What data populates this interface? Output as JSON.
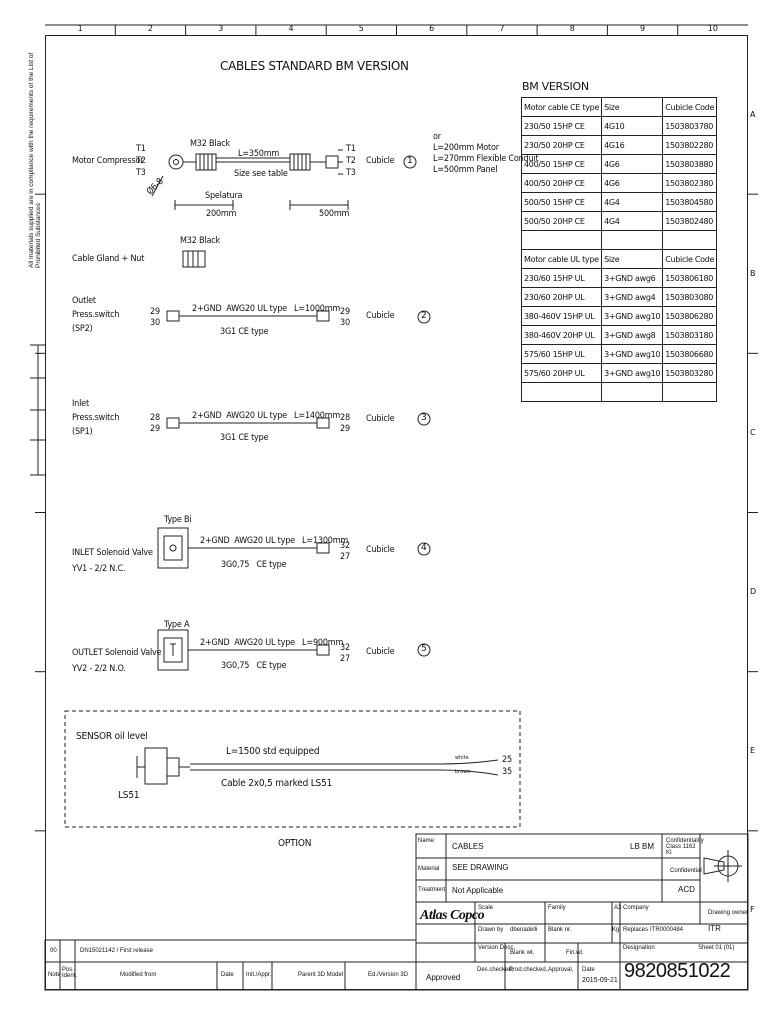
{
  "grid": {
    "columns": [
      "1",
      "2",
      "3",
      "4",
      "5",
      "6",
      "7",
      "8",
      "9",
      "10"
    ],
    "rows": [
      "A",
      "B",
      "C",
      "D",
      "E",
      "F"
    ]
  },
  "side_note": "All materials supplied are in compliance with the requirements of the List of Prohibited Substances",
  "title": "CABLES STANDARD BM VERSION",
  "motor": {
    "label": "Motor Compressor",
    "terminals_left": [
      "T1",
      "T2",
      "T3"
    ],
    "terminals_right": [
      "T1",
      "T2",
      "T3"
    ],
    "gland": "M32 Black",
    "length": "L=350mm",
    "size_note": "Size see table",
    "diameter": "Ø6-8",
    "spelatura": "Spelatura",
    "dim_left": "200mm",
    "dim_right": "500mm",
    "dest": "Cubicle",
    "num": "1",
    "or_label": "or",
    "alt_lengths": [
      "L=200mm Motor",
      "L=270mm Flexible Conduit",
      "L=500mm Panel"
    ]
  },
  "gland_nut": {
    "label": "Cable Gland + Nut",
    "gland": "M32 Black"
  },
  "outlet_press": {
    "label": [
      "Outlet",
      "Press.switch",
      "(SP2)"
    ],
    "t_left": [
      "29",
      "30"
    ],
    "t_right": [
      "29",
      "30"
    ],
    "spec": "2+GND  AWG20 UL type   L=1000mm",
    "spec2": "3G1  CE type",
    "dest": "Cubicle",
    "num": "2"
  },
  "inlet_press": {
    "label": [
      "Inlet",
      "Press.switch",
      "(SP1)"
    ],
    "t_left": [
      "28",
      "29"
    ],
    "t_right": [
      "28",
      "29"
    ],
    "spec": "2+GND  AWG20 UL type   L=1400mm",
    "spec2": "3G1  CE type",
    "dest": "Cubicle",
    "num": "3"
  },
  "inlet_valve": {
    "type": "Type Bi",
    "label": [
      "INLET Solenoid Valve",
      "YV1 - 2/2 N.C."
    ],
    "t_right": [
      "32",
      "27"
    ],
    "spec": "2+GND  AWG20 UL type   L=1300mm",
    "spec2": "3G0,75   CE type",
    "dest": "Cubicle",
    "num": "4"
  },
  "outlet_valve": {
    "type": "Type A",
    "label": [
      "OUTLET Solenoid Valve",
      "YV2 - 2/2 N.O."
    ],
    "t_right": [
      "32",
      "27"
    ],
    "spec": "2+GND  AWG20 UL type   L=900mm",
    "spec2": "3G0,75   CE type",
    "dest": "Cubicle",
    "num": "5"
  },
  "sensor": {
    "label": "SENSOR oil level",
    "length": "L=1500 std equipped",
    "cable": "Cable 2x0,5 marked LS51",
    "tag": "LS51",
    "wire1": "white",
    "wire2": "brown",
    "t": [
      "25",
      "35"
    ]
  },
  "option_label": "OPTION",
  "bm_version": {
    "title": "BM VERSION",
    "ce_header": [
      "Motor cable CE type",
      "Size",
      "Cubicle Code"
    ],
    "ce_rows": [
      [
        "230/50 15HP CE",
        "4G10",
        "1503803780"
      ],
      [
        "230/50 20HP CE",
        "4G16",
        "1503802280"
      ],
      [
        "400/50 15HP CE",
        "4G6",
        "1503803880"
      ],
      [
        "400/50 20HP CE",
        "4G6",
        "1503802380"
      ],
      [
        "500/50 15HP CE",
        "4G4",
        "1503804580"
      ],
      [
        "500/50 20HP CE",
        "4G4",
        "1503802480"
      ],
      [
        "",
        "",
        ""
      ]
    ],
    "ul_header": [
      "Motor cable UL type",
      "Size",
      "Cubicle Code"
    ],
    "ul_rows": [
      [
        "230/60 15HP UL",
        "3+GND awg6",
        "1503806180"
      ],
      [
        "230/60 20HP UL",
        "3+GND awg4",
        "1503803080"
      ],
      [
        "380-460V 15HP UL",
        "3+GND awg10",
        "1503806280"
      ],
      [
        "380-460V 20HP UL",
        "3+GND awg8",
        "1503803180"
      ],
      [
        "575/60 15HP UL",
        "3+GND awg10",
        "1503806680"
      ],
      [
        "575/60 20HP UL",
        "3+GND awg10",
        "1503803280"
      ],
      [
        "",
        "",
        ""
      ]
    ]
  },
  "title_block": {
    "name_lbl": "Name",
    "name": "CABLES",
    "name2": "LB BM",
    "material_lbl": "Material",
    "material": "SEE DRAWING",
    "treatment_lbl": "Treatment",
    "treatment": "Not Applicable",
    "conf_lbl": "Confidentiality Class",
    "conf_code": "1162 KI",
    "conf": "Confidential",
    "acd": "ACD",
    "logo": "Atlas Copco",
    "scale_lbl": "Scale",
    "family_lbl": "Family",
    "a3": "A3",
    "company_lbl": "Company",
    "drawn_lbl": "Drawn by",
    "drawn": "dbenadelli",
    "blank_lbl": "Blank nr.",
    "kg": "Kg",
    "replaces_lbl": "Replaces",
    "replaces": "ITR0000484",
    "owner_lbl": "Drawing owner",
    "owner": "ITR",
    "version_lbl": "Version Desc.",
    "blank_wt": "Blank wt.",
    "finwt": "Fin.wt.",
    "designation_lbl": "Designation",
    "sheet_lbl": "Sheet",
    "sheet": "01",
    "sheets": "(01)",
    "approved": "Approved",
    "des_checked": "Des.checked,",
    "prod_checked": "Prod.checked,",
    "approval": "Approval,",
    "date_lbl": "Date",
    "date": "2015-09-21",
    "number": "9820851022",
    "mod_rev": "00",
    "mod_text": "DN15021142 / First release",
    "note_lbl": "Note",
    "pos_lbl": "Pos. Ident.",
    "modified_lbl": "Modified from",
    "date_lbl2": "Date",
    "init_lbl": "Init./Appr.",
    "parent_lbl": "Parent 3D Model",
    "ed_lbl": "Ed./Version 3D"
  }
}
